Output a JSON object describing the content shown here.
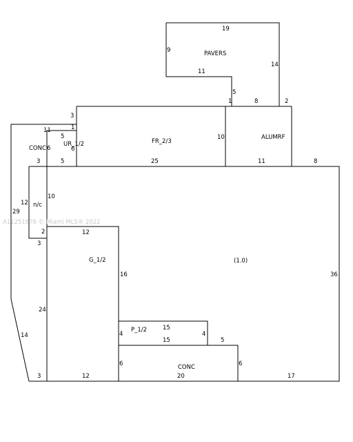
{
  "areas": {
    "pavers": "PAVERS",
    "alumrf": "ALUMRF",
    "fr": "FR_2/3",
    "ur": "UR_1/2",
    "conc_top": "CONC",
    "nc": "n/c",
    "g": "G_1/2",
    "main": "(1.0)",
    "p": "P_1/2",
    "conc_bottom": "CONC"
  },
  "watermark": "A11251676 © Miami MLS® 2022",
  "dims": {
    "pavers_top": "19",
    "pavers_left": "9",
    "pavers_right": "14",
    "pavers_bottom": "11",
    "pavers_step_v": "5",
    "pavers_step_h": "1",
    "alumrf_top": "8",
    "alumrf_top_right": "2",
    "fr_left": "3",
    "fr_alumrf_div": "10",
    "fr_bottom": "25",
    "alumrf_bottom": "11",
    "main_top_right": "8",
    "conc_top": "11",
    "ur_one": "1",
    "ur_five": "5",
    "ur_six": "6",
    "conc_six": "6",
    "conc_three": "3",
    "conc_five": "5",
    "conc_left": "29",
    "nc_twelve": "12",
    "nc_ten": "10",
    "nc_two": "2",
    "nc_three": "3",
    "g_top": "12",
    "g_right": "16",
    "g_left": "24",
    "diag": "14",
    "main_right": "36",
    "p_top": "15",
    "p_bottom": "15",
    "p_left": "4",
    "p_right": "4",
    "main_five": "5",
    "conc_left_side": "6",
    "conc_right_side": "6",
    "bottom_three": "3",
    "bottom_twelve": "12",
    "bottom_twenty": "20",
    "bottom_seventeen": "17"
  }
}
